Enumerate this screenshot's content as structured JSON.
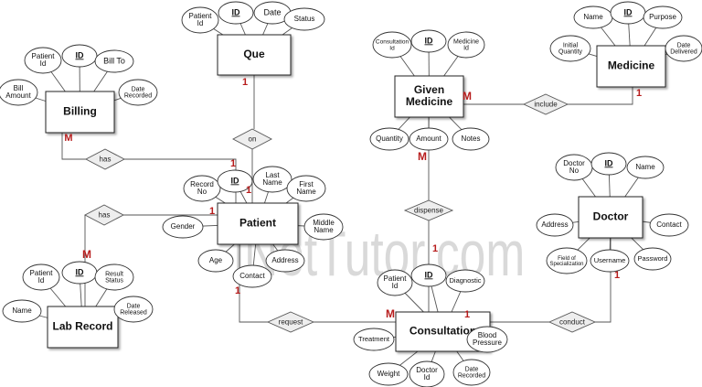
{
  "watermark": "iNetTutor.com",
  "entities": {
    "que": "Que",
    "billing": "Billing",
    "patient": "Patient",
    "lab_record": "Lab Record",
    "given_medicine": "Given Medicine",
    "medicine": "Medicine",
    "consultation": "Consultation",
    "doctor": "Doctor"
  },
  "relationships": {
    "on": "on",
    "has_billing": "has",
    "has_lab": "has",
    "dispense": "dispense",
    "include": "include",
    "request": "request",
    "conduct": "conduct"
  },
  "cardinalities": {
    "que_on": "1",
    "patient_on": "1",
    "billing_has": "M",
    "patient_has_billing": "1",
    "patient_has_lab": "1",
    "lab_has": "M",
    "given_medicine_dispense": "M",
    "consultation_dispense": "1",
    "given_medicine_include": "M",
    "medicine_include": "1",
    "patient_request": "1",
    "consultation_request": "M",
    "consultation_conduct": "1",
    "doctor_conduct": "1"
  },
  "attributes": {
    "que": {
      "patient_id": "Patient Id",
      "id": "ID",
      "date": "Date",
      "status": "Status"
    },
    "billing": {
      "patient_id": "Patient Id",
      "id": "ID",
      "bill_to": "Bill To",
      "bill_amount": "Bill Amount",
      "date_recorded": "Date Recorded"
    },
    "patient": {
      "record_no": "Record No",
      "id": "ID",
      "last_name": "Last Name",
      "first_name": "First Name",
      "gender": "Gender",
      "middle_name": "Middle Name",
      "age": "Age",
      "contact": "Contact",
      "address": "Address"
    },
    "lab_record": {
      "patient_id": "Patient Id",
      "id": "ID",
      "result_status": "Result Status",
      "name": "Name",
      "date_released": "Date Released"
    },
    "given_medicine": {
      "consultation_id": "Consultation Id",
      "id": "ID",
      "medicine_id": "Medicine Id",
      "quantity": "Quantity",
      "amount": "Amount",
      "notes": "Notes"
    },
    "medicine": {
      "name": "Name",
      "id": "ID",
      "purpose": "Purpose",
      "initial_quantity": "Initial Quantity",
      "date_delivered": "Date Delivered"
    },
    "doctor": {
      "doctor_no": "Doctor No",
      "id": "ID",
      "name": "Name",
      "address": "Address",
      "contact": "Contact",
      "field": "Field of Specialization",
      "username": "Username",
      "password": "Password"
    },
    "consultation": {
      "patient_id": "Patient Id",
      "id": "ID",
      "diagnostic": "Diagnostic",
      "treatment": "Treatment",
      "blood_pressure": "Blood Pressure",
      "weight": "Weight",
      "doctor_id": "Doctor Id",
      "date_recorded": "Date Recorded"
    }
  }
}
